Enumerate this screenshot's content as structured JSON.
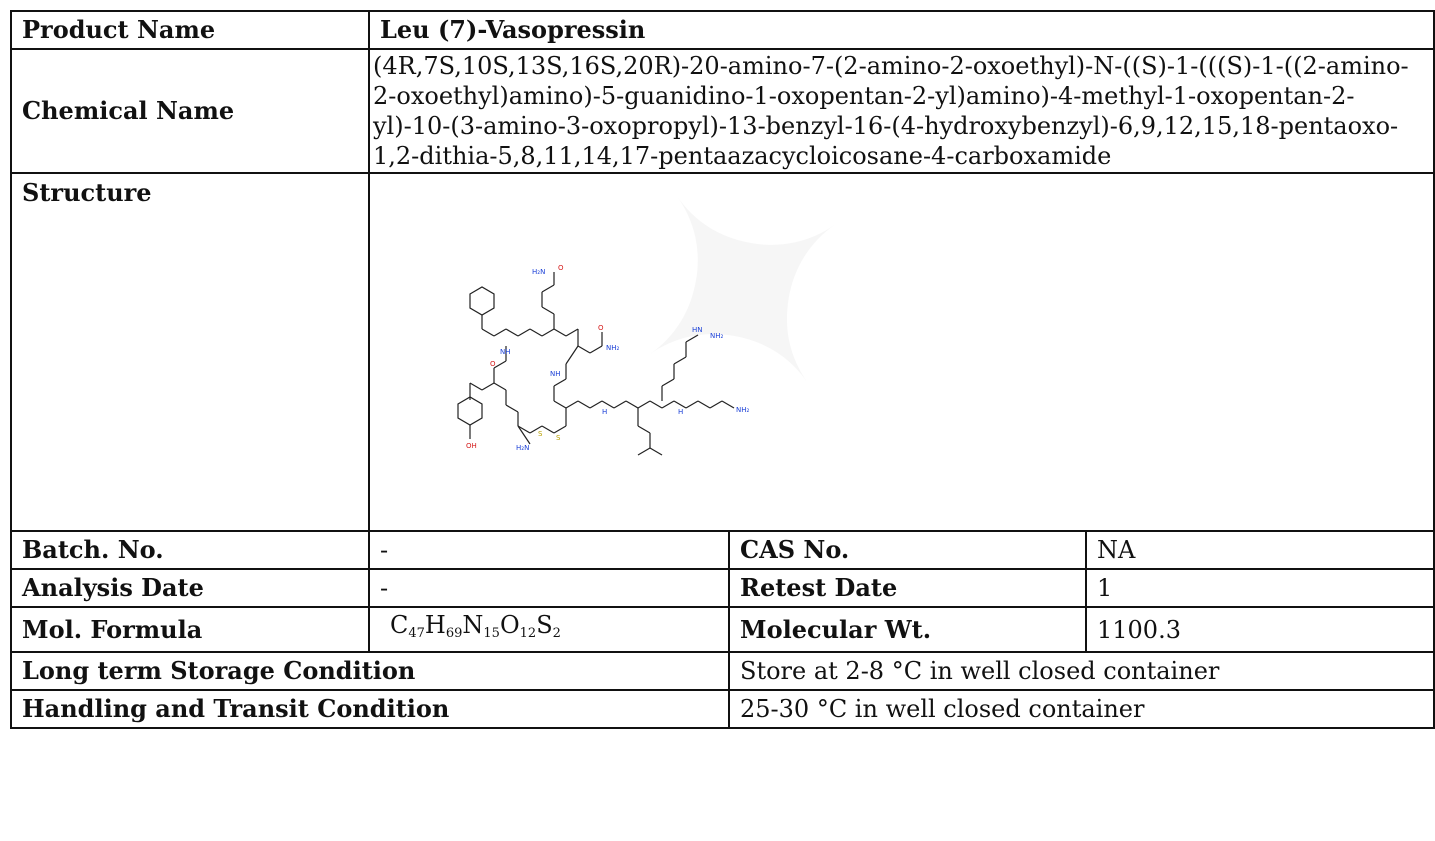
{
  "rows": {
    "product_name": {
      "label": "Product Name",
      "value": "Leu (7)-Vasopressin"
    },
    "chemical_name": {
      "label": "Chemical Name",
      "value": "(4R,7S,10S,13S,16S,20R)-20-amino-7-(2-amino-2-oxoethyl)-N-((S)-1-(((S)-1-((2-amino-2-oxoethyl)amino)-5-guanidino-1-oxopentan-2-yl)amino)-4-methyl-1-oxopentan-2-yl)-10-(3-amino-3-oxopropyl)-13-benzyl-16-(4-hydroxybenzyl)-6,9,12,15,18-pentaoxo-1,2-dithia-5,8,11,14,17-pentaazacycloicosane-4-carboxamide"
    },
    "structure": {
      "label": "Structure"
    },
    "batch": {
      "label": "Batch. No.",
      "value": "-"
    },
    "cas": {
      "label": "CAS No.",
      "value": "NA"
    },
    "analysis_date": {
      "label": "Analysis Date",
      "value": "-"
    },
    "retest_date": {
      "label": "Retest Date",
      "value": "1"
    },
    "mol_formula": {
      "label": "Mol. Formula",
      "parts": [
        "C",
        "47",
        "H",
        "69",
        "N",
        "15",
        "O",
        "12",
        "S",
        "2"
      ]
    },
    "mol_wt": {
      "label": "Molecular Wt.",
      "value": "1100.3"
    },
    "storage": {
      "label": "Long term Storage Condition",
      "value": "Store at 2-8 °C in well closed container"
    },
    "handling": {
      "label": "Handling and Transit Condition",
      "value": "25-30 °C in well closed container"
    }
  },
  "structure_atoms": {
    "h2n_top": "H₂N",
    "o": "O",
    "nh": "NH",
    "h": "H",
    "n": "N",
    "hn": "HN",
    "nh2": "NH₂",
    "s": "S",
    "h2n": "H₂N",
    "oh": "OH"
  }
}
